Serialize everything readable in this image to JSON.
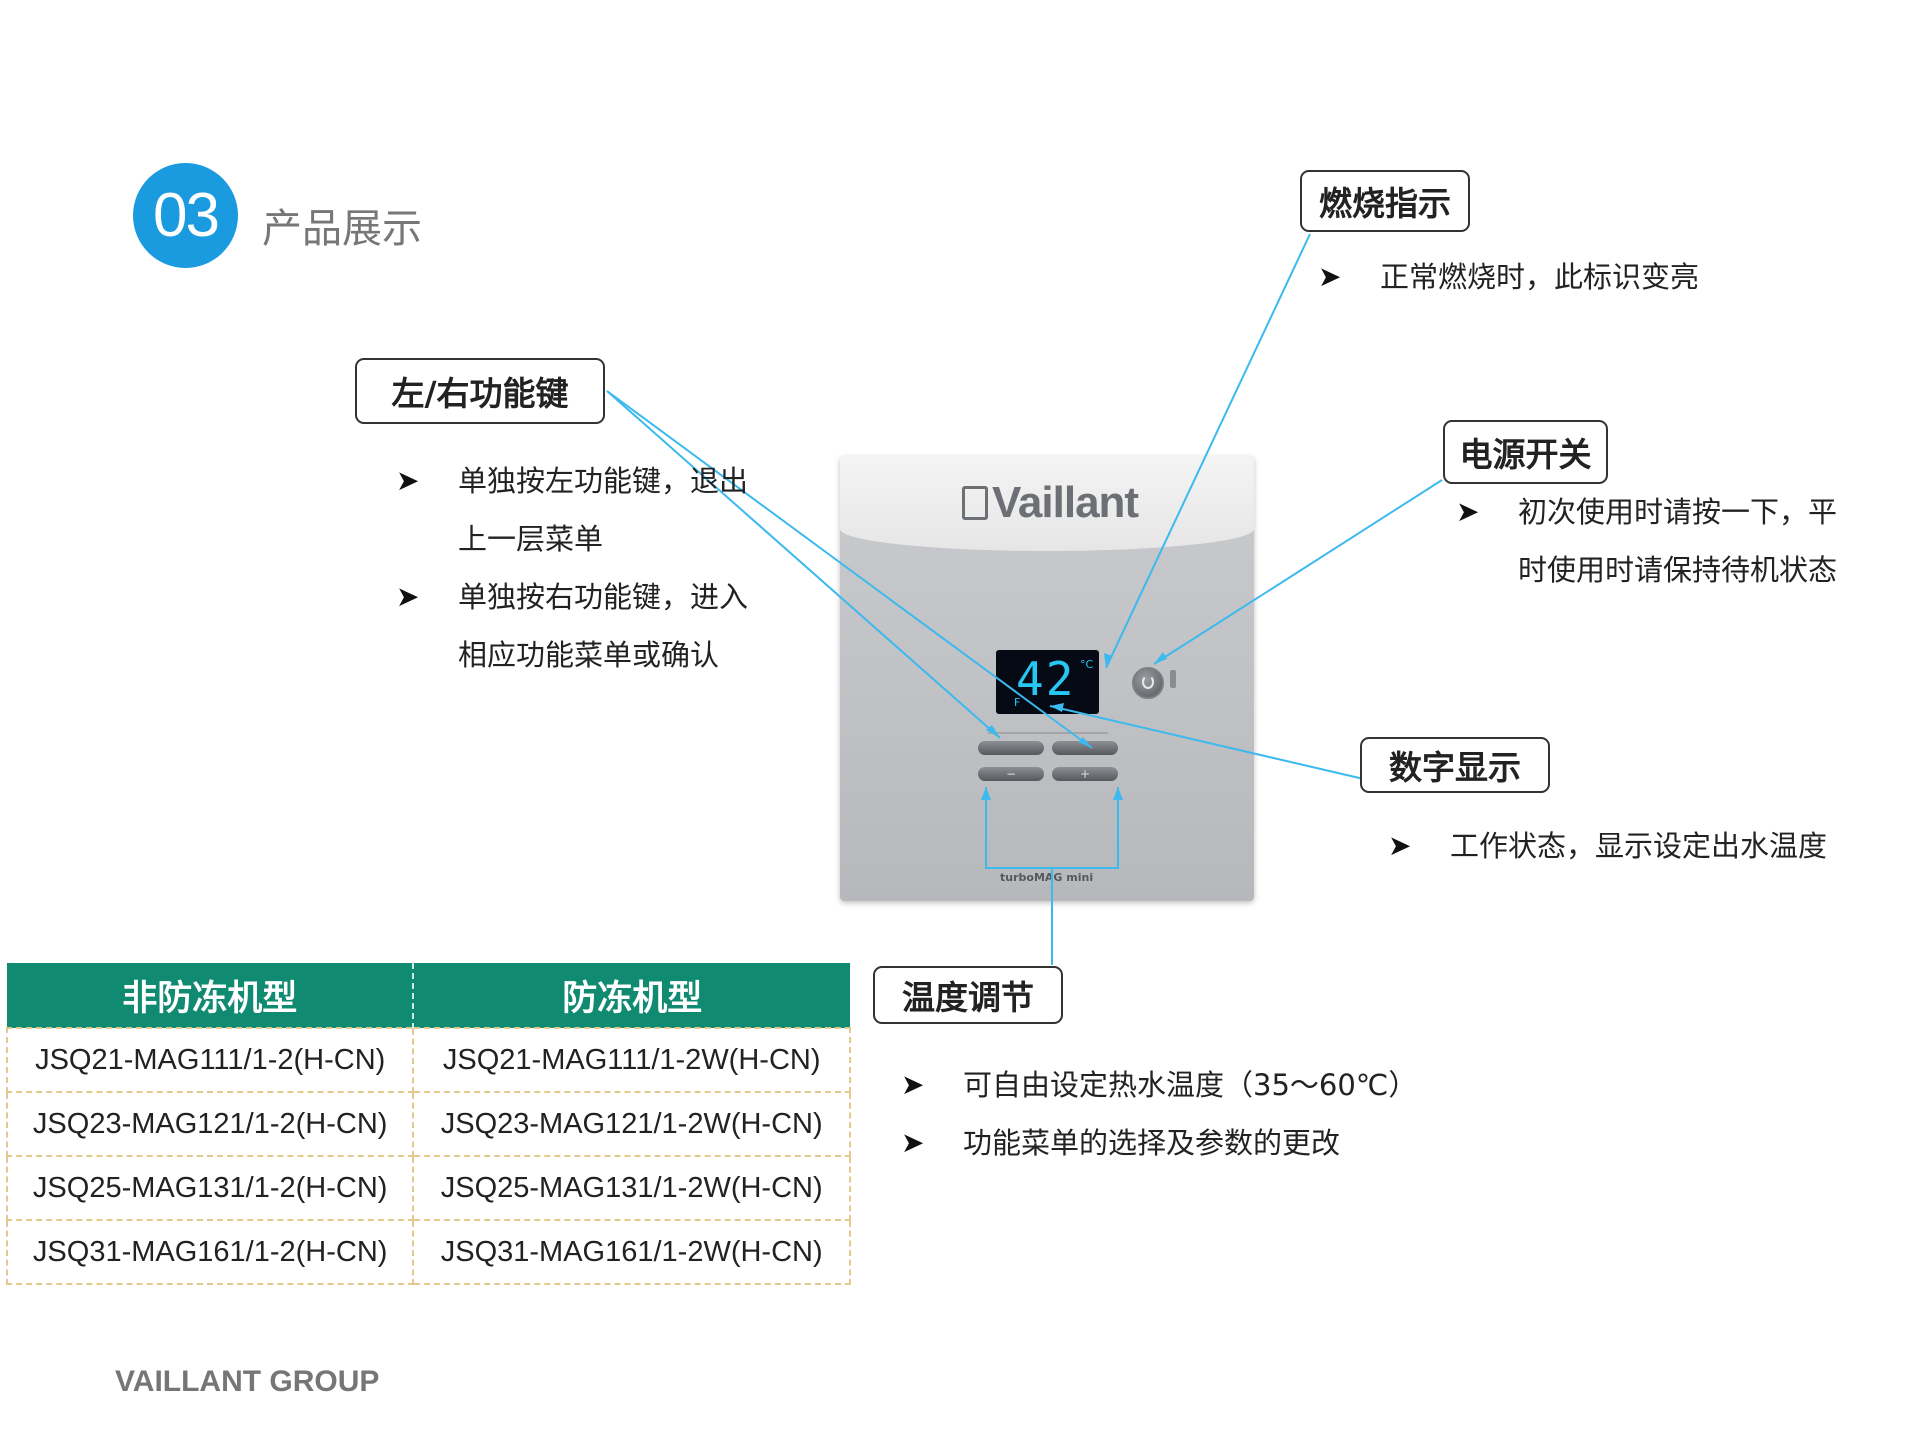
{
  "section": {
    "number": "03",
    "title": "产品展示"
  },
  "callouts": {
    "left_right_keys": {
      "label": "左/右功能键",
      "bullets": [
        {
          "line1": "单独按左功能键，退出",
          "line2": "上一层菜单"
        },
        {
          "line1": "单独按右功能键，进入",
          "line2": "相应功能菜单或确认"
        }
      ]
    },
    "combustion": {
      "label": "燃烧指示",
      "bullets": [
        "正常燃烧时，此标识变亮"
      ]
    },
    "power": {
      "label": "电源开关",
      "bullets": [
        {
          "line1": "初次使用时请按一下，平",
          "line2": "时使用时请保持待机状态"
        }
      ]
    },
    "display": {
      "label": "数字显示",
      "bullets": [
        "工作状态，显示设定出水温度"
      ]
    },
    "temperature": {
      "label": "温度调节",
      "bullets": [
        "可自由设定热水温度（35～60℃）",
        "功能菜单的选择及参数的更改"
      ]
    }
  },
  "device": {
    "brand": "Vaillant",
    "lcd_value": "42",
    "lcd_unit": "°C",
    "lcd_mode": "F",
    "minus_symbol": "−",
    "plus_symbol": "+",
    "model_label": "turboMAG mini"
  },
  "table": {
    "headers": [
      "非防冻机型",
      "防冻机型"
    ],
    "rows": [
      [
        "JSQ21-MAG111/1-2(H-CN)",
        "JSQ21-MAG111/1-2W(H-CN)"
      ],
      [
        "JSQ23-MAG121/1-2(H-CN)",
        "JSQ23-MAG121/1-2W(H-CN)"
      ],
      [
        "JSQ25-MAG131/1-2(H-CN)",
        "JSQ25-MAG131/1-2W(H-CN)"
      ],
      [
        "JSQ31-MAG161/1-2(H-CN)",
        "JSQ31-MAG161/1-2W(H-CN)"
      ]
    ]
  },
  "footer": {
    "brand": "VAILLANT GROUP"
  },
  "colors": {
    "accent_blue": "#1a9be0",
    "table_header": "#118a72",
    "connector_line": "#3cb9ee"
  },
  "icons": {
    "bullet": "arrowhead-icon"
  }
}
